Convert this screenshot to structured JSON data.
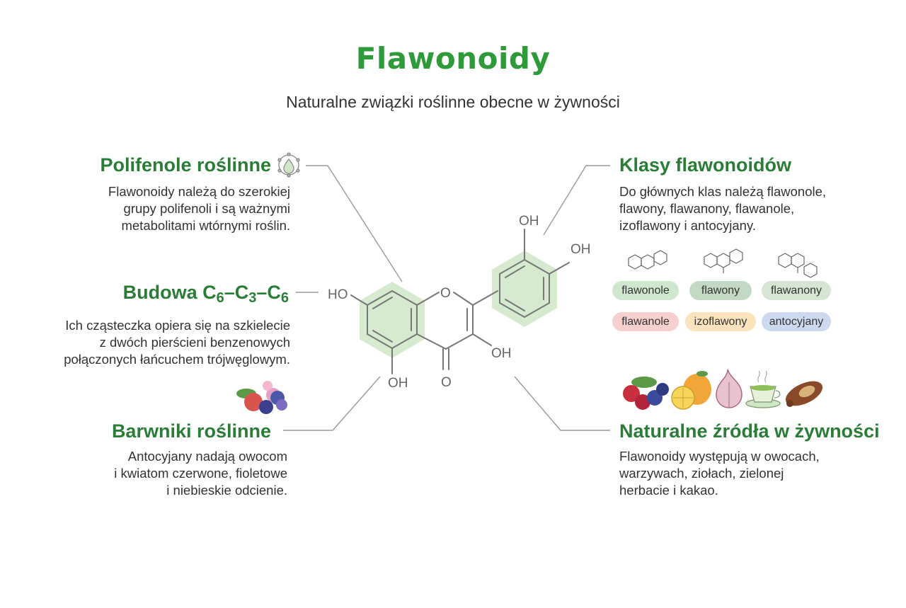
{
  "title": "Flawonoidy",
  "subtitle": "Naturalne związki roślinne obecne w żywności",
  "sections": {
    "polifenole": {
      "heading": "Polifenole roślinne",
      "body": [
        "Flawonoidy należą do szerokiej",
        "grupy polifenoli i są ważnymi",
        "metabolitami wtórnymi roślin."
      ]
    },
    "budowa": {
      "heading_prefix": "Budowa C",
      "sub1": "6",
      "mid": "–C",
      "sub2": "3",
      "mid2": "–C",
      "sub3": "6",
      "body": [
        "Ich cząsteczka opiera się na szkielecie",
        "z dwóch pierścieni benzenowych",
        "połączonych łańcuchem trójwęglowym."
      ]
    },
    "barwniki": {
      "heading": "Barwniki roślinne",
      "body": [
        "Antocyjany nadają owocom",
        "i kwiatom czerwone, fioletowe",
        "i niebieskie odcienie."
      ]
    },
    "klasy": {
      "heading": "Klasy flawonoidów",
      "body": [
        "Do głównych klas należą flawonole,",
        "flawony, flawanony, flawanole,",
        "izoflawony i antocyjany."
      ]
    },
    "zrodla": {
      "heading": "Naturalne źródła w żywności",
      "body": [
        "Flawonoidy występują w owocach,",
        "warzywach, ziołach, zielonej",
        "herbacie i kakao."
      ]
    }
  },
  "molecule_labels": {
    "oh_top": "OH",
    "oh_right": "OH",
    "ho_left": "HO",
    "o_ring": "O",
    "oh_c3": "OH",
    "oh_bottom": "OH",
    "o_carbonyl": "O"
  },
  "classes": [
    {
      "label": "flawonole",
      "color": "#cfe6cf"
    },
    {
      "label": "flawony",
      "color": "#c3d9c3"
    },
    {
      "label": "flawanony",
      "color": "#d6e6d3"
    },
    {
      "label": "flawanole",
      "color": "#f6cfcf"
    },
    {
      "label": "izoflawony",
      "color": "#fbe3bd"
    },
    {
      "label": "antocyjany",
      "color": "#cdd9ef"
    }
  ],
  "colors": {
    "title": "#2e9a3a",
    "heading": "#2a7d36",
    "ring_highlight": "#cfe6c8",
    "leader_line": "#9a9a9a"
  },
  "icons": {
    "polifenole": "drop-molecule-icon",
    "barwniki": "berries-flower-icon",
    "zrodla": [
      "berries-icon",
      "citrus-icon",
      "onion-icon",
      "green-tea-icon",
      "cocoa-pod-icon"
    ]
  }
}
